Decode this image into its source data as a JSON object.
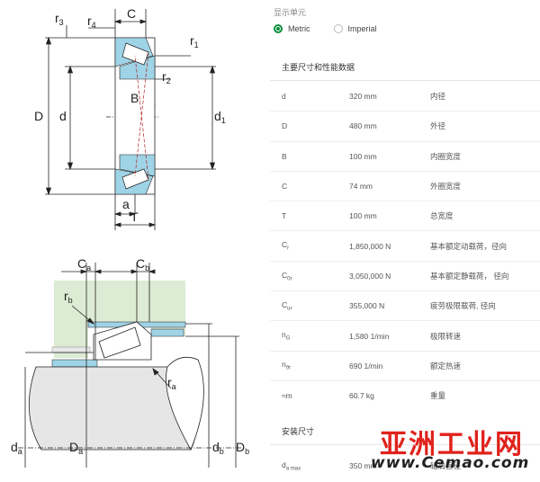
{
  "unit_selector": {
    "caption": "显示单元",
    "options": [
      {
        "label": "Metric",
        "selected": true
      },
      {
        "label": "Imperial",
        "selected": false
      }
    ]
  },
  "main_dims": {
    "title": "主要尺寸和性能数据",
    "rows": [
      {
        "symbol": "d",
        "sub": "",
        "value": "320 mm",
        "desc": "内径"
      },
      {
        "symbol": "D",
        "sub": "",
        "value": "480 mm",
        "desc": "外径"
      },
      {
        "symbol": "B",
        "sub": "",
        "value": "100 mm",
        "desc": "内圈宽度"
      },
      {
        "symbol": "C",
        "sub": "",
        "value": "74 mm",
        "desc": "外圈宽度"
      },
      {
        "symbol": "T",
        "sub": "",
        "value": "100 mm",
        "desc": "总宽度"
      },
      {
        "symbol": "C",
        "sub": "r",
        "value": "1,850,000 N",
        "desc": "基本额定动载荷，径向"
      },
      {
        "symbol": "C",
        "sub": "0r",
        "value": "3,050,000 N",
        "desc": "基本额定静载荷， 径向"
      },
      {
        "symbol": "C",
        "sub": "ur",
        "value": "355,000 N",
        "desc": "疲劳极限载荷, 径向"
      },
      {
        "symbol": "n",
        "sub": "G",
        "value": "1,580 1/min",
        "desc": "极限转速"
      },
      {
        "symbol": "n",
        "sub": "ϑr",
        "value": "690 1/min",
        "desc": "额定热速"
      },
      {
        "symbol": "≈m",
        "sub": "",
        "value": "60.7 kg",
        "desc": "重量"
      }
    ]
  },
  "install_dims": {
    "title": "安装尺寸",
    "rows": [
      {
        "symbol": "d",
        "sub": "a max",
        "value": "350 mm",
        "desc": "轴肩直径"
      }
    ]
  },
  "diagram_top": {
    "labels": {
      "r3": "r",
      "r3_sub": "3",
      "r4": "r",
      "r4_sub": "4",
      "C": "C",
      "r1": "r",
      "r1_sub": "1",
      "r2": "r",
      "r2_sub": "2",
      "B": "B",
      "D": "D",
      "d": "d",
      "d1": "d",
      "d1_sub": "1",
      "a": "a",
      "T": "T"
    }
  },
  "diagram_bottom": {
    "labels": {
      "Ca": "C",
      "Ca_sub": "a",
      "Cb": "C",
      "Cb_sub": "b",
      "rb": "r",
      "rb_sub": "b",
      "ra": "r",
      "ra_sub": "a",
      "da": "d",
      "da_sub": "a",
      "Da": "D",
      "Da_sub": "a",
      "db": "d",
      "db_sub": "b",
      "Db": "D",
      "Db_sub": "b"
    }
  },
  "watermark": {
    "text": "亚洲工业网",
    "url": "www.Cemao.com"
  },
  "colors": {
    "accent": "#0a8f3c",
    "bearing_blue": "#9fd3e6",
    "housing_green": "#dcebd3",
    "watermark_red": "#e0221c"
  }
}
